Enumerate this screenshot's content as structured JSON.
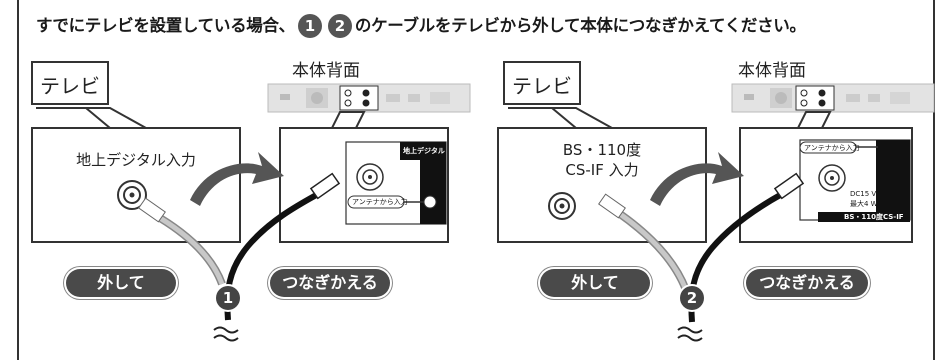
{
  "headline": {
    "part1": "すでにテレビを設置している場合、",
    "num1": "1",
    "num2": "2",
    "part2": "のケーブルをテレビから外して本体につなぎかえてください。"
  },
  "left": {
    "tv_label": "テレビ",
    "rear_label": "本体背面",
    "tv_input_label": "地上デジタル入力",
    "detail_port_label": "地上デジタル",
    "detail_antenna_label": "アンテナから入力",
    "remove_label": "外して",
    "reconnect_label": "つなぎかえる",
    "cable_number": "1"
  },
  "right": {
    "tv_label": "テレビ",
    "rear_label": "本体背面",
    "tv_input_line1": "BS・110度",
    "tv_input_line2": "CS-IF 入力",
    "detail_antenna_label": "アンテナから入力",
    "detail_dc_line1": "DC15 V",
    "detail_dc_line2": "最大4 W",
    "detail_port_label": "BS・110度CS-IF",
    "remove_label": "外して",
    "reconnect_label": "つなぎかえる",
    "cable_number": "2"
  },
  "colors": {
    "pill": "#4a4a4a",
    "badge": "#444444",
    "arrow": "#555555",
    "cable_dark": "#111111",
    "cable_light": "#bbbbbb"
  }
}
